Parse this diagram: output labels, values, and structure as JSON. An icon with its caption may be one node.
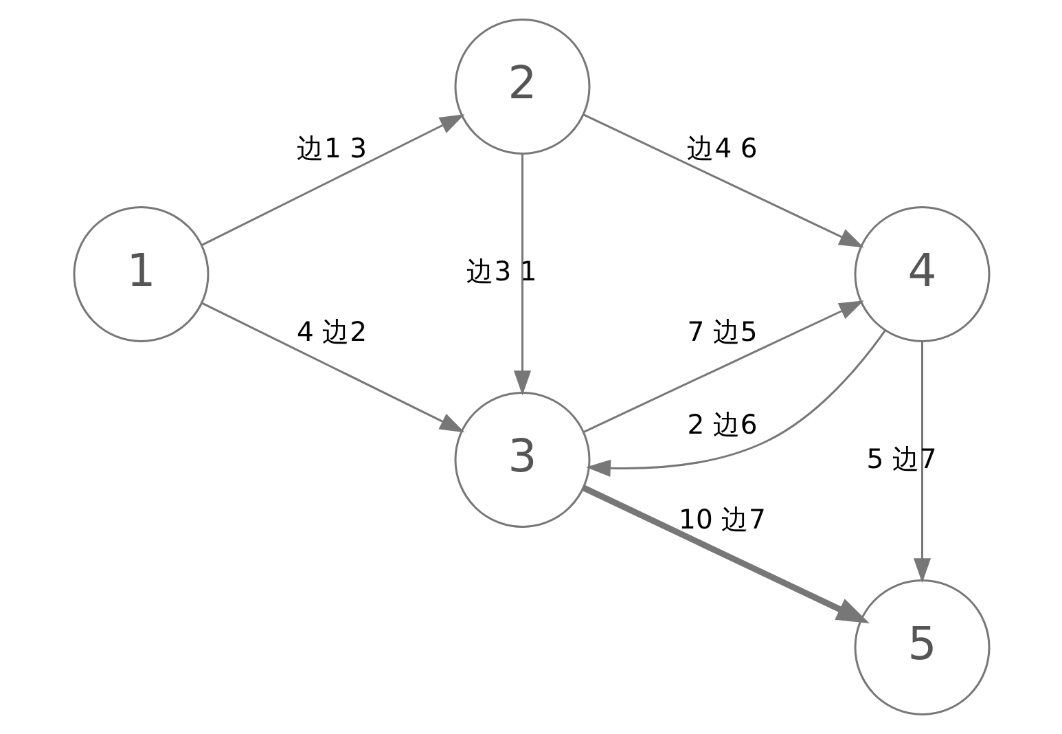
{
  "diagram": {
    "nodes": [
      {
        "text": [
          "1"
        ]
      },
      {
        "text": [
          "2"
        ]
      },
      {
        "text": [
          "3"
        ]
      },
      {
        "text": [
          "4"
        ]
      },
      {
        "text": [
          "5"
        ]
      }
    ],
    "edges": [
      {
        "from": 0,
        "to": 1,
        "arrow": "to",
        "label": "边1 3"
      },
      {
        "from": 0,
        "to": 2,
        "arrow": "to",
        "label": "4 边2"
      },
      {
        "from": 1,
        "to": 2,
        "arrow": "to",
        "label": "边3 1"
      },
      {
        "from": 1,
        "to": 3,
        "arrow": "to",
        "label": "边4 6"
      },
      {
        "from": 2,
        "to": 3,
        "arrow": "to",
        "label": "7 边5"
      },
      {
        "from": 3,
        "to": 2,
        "arrow": "to",
        "label": "2 边6"
      },
      {
        "from": 3,
        "to": 4,
        "arrow": "to",
        "label": "5 边7"
      },
      {
        "from": 2,
        "to": 4,
        "arrow": "to",
        "label": "10 边7",
        "style": "thick"
      }
    ]
  }
}
